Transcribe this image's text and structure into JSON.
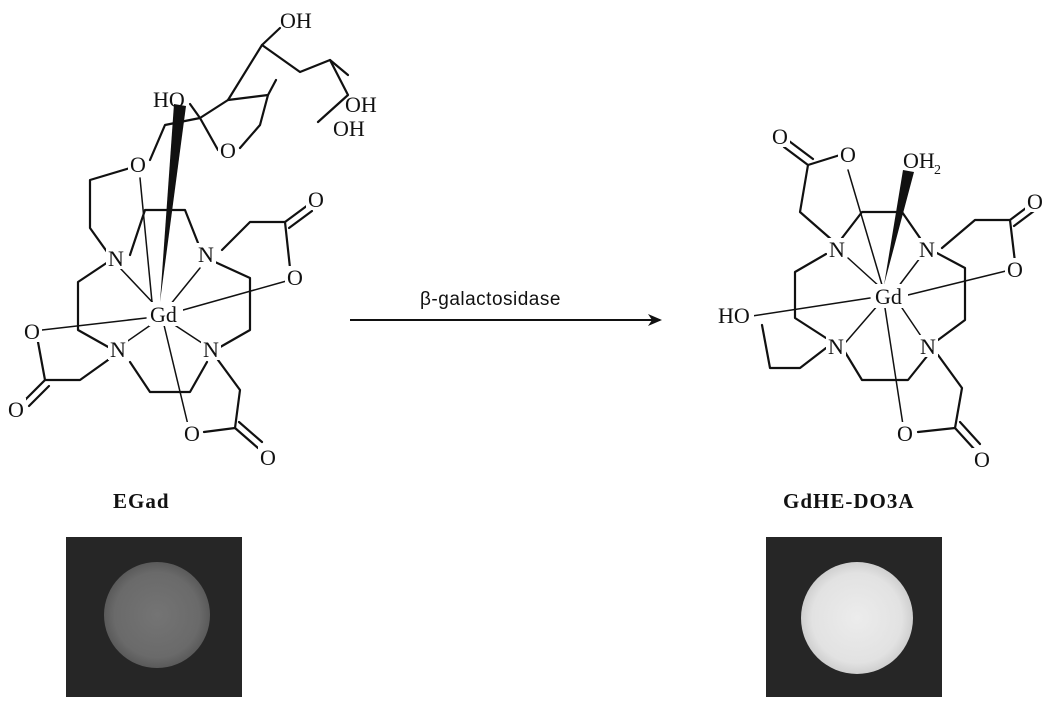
{
  "reaction": {
    "enzyme_label": "β-galactosidase",
    "reactant": {
      "name": "EGad",
      "metal": "Gd",
      "atoms": {
        "n1": "N",
        "n2": "N",
        "n3": "N",
        "n4": "N",
        "o_ether": "O",
        "o_ring": "O",
        "o_a1": "O",
        "o_a1_carbonyl": "O",
        "o_a2": "O",
        "o_a2_carbonyl": "O",
        "o_a3": "O",
        "o_a3_carbonyl": "O",
        "oh_top": "OH",
        "oh_left": "HO",
        "oh_right1": "OH",
        "oh_right2": "OH"
      },
      "mri_signal": "dark"
    },
    "product": {
      "name": "GdHE-DO3A",
      "metal": "Gd",
      "atoms": {
        "n1": "N",
        "n2": "N",
        "n3": "N",
        "n4": "N",
        "water_o": "OH",
        "water_sub": "2",
        "hydroxyl": "HO",
        "o_a1": "O",
        "o_a1_carbonyl": "O",
        "o_a2": "O",
        "o_a2_carbonyl": "O",
        "o_a3": "O",
        "o_a3_carbonyl": "O"
      },
      "mri_signal": "bright"
    }
  },
  "colors": {
    "ink": "#111111",
    "image_background": "#262626",
    "dark_phantom": "#6e6e6e",
    "bright_phantom": "#e6e6e6"
  }
}
